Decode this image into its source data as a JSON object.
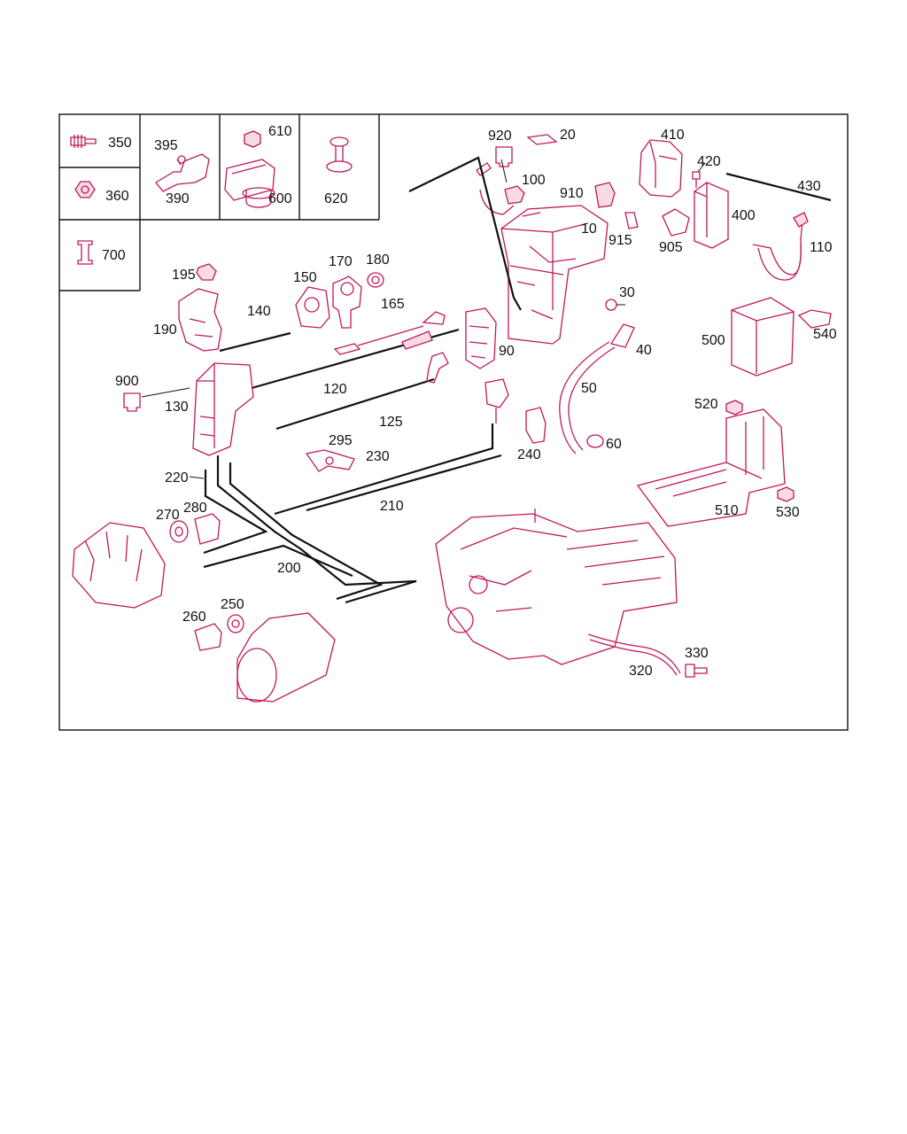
{
  "colors": {
    "part_stroke": "#c0185a",
    "part_fill": "#f6dbe5",
    "line": "#111111",
    "background": "#ffffff"
  },
  "parts": [
    {
      "id": "p350",
      "label": "350"
    },
    {
      "id": "p360",
      "label": "360"
    },
    {
      "id": "p700",
      "label": "700"
    },
    {
      "id": "p395",
      "label": "395"
    },
    {
      "id": "p390",
      "label": "390"
    },
    {
      "id": "p610",
      "label": "610"
    },
    {
      "id": "p600",
      "label": "600"
    },
    {
      "id": "p620",
      "label": "620"
    },
    {
      "id": "p920",
      "label": "920"
    },
    {
      "id": "p20",
      "label": "20"
    },
    {
      "id": "p100",
      "label": "100"
    },
    {
      "id": "p410",
      "label": "410"
    },
    {
      "id": "p420",
      "label": "420"
    },
    {
      "id": "p430",
      "label": "430"
    },
    {
      "id": "p910",
      "label": "910"
    },
    {
      "id": "p10",
      "label": "10"
    },
    {
      "id": "p915",
      "label": "915"
    },
    {
      "id": "p400",
      "label": "400"
    },
    {
      "id": "p905",
      "label": "905"
    },
    {
      "id": "p110",
      "label": "110"
    },
    {
      "id": "p195",
      "label": "195"
    },
    {
      "id": "p150",
      "label": "150"
    },
    {
      "id": "p170",
      "label": "170"
    },
    {
      "id": "p180",
      "label": "180"
    },
    {
      "id": "p140",
      "label": "140"
    },
    {
      "id": "p165",
      "label": "165"
    },
    {
      "id": "p190",
      "label": "190"
    },
    {
      "id": "p30",
      "label": "30"
    },
    {
      "id": "p90",
      "label": "90"
    },
    {
      "id": "p40",
      "label": "40"
    },
    {
      "id": "p500",
      "label": "500"
    },
    {
      "id": "p540",
      "label": "540"
    },
    {
      "id": "p900",
      "label": "900"
    },
    {
      "id": "p120",
      "label": "120"
    },
    {
      "id": "p130",
      "label": "130"
    },
    {
      "id": "p50",
      "label": "50"
    },
    {
      "id": "p125",
      "label": "125"
    },
    {
      "id": "p520",
      "label": "520"
    },
    {
      "id": "p60",
      "label": "60"
    },
    {
      "id": "p295",
      "label": "295"
    },
    {
      "id": "p240",
      "label": "240"
    },
    {
      "id": "p230",
      "label": "230"
    },
    {
      "id": "p220",
      "label": "220"
    },
    {
      "id": "p510",
      "label": "510"
    },
    {
      "id": "p530",
      "label": "530"
    },
    {
      "id": "p270",
      "label": "270"
    },
    {
      "id": "p280",
      "label": "280"
    },
    {
      "id": "p210",
      "label": "210"
    },
    {
      "id": "p200",
      "label": "200"
    },
    {
      "id": "p250",
      "label": "250"
    },
    {
      "id": "p260",
      "label": "260"
    },
    {
      "id": "p330",
      "label": "330"
    },
    {
      "id": "p320",
      "label": "320"
    }
  ]
}
